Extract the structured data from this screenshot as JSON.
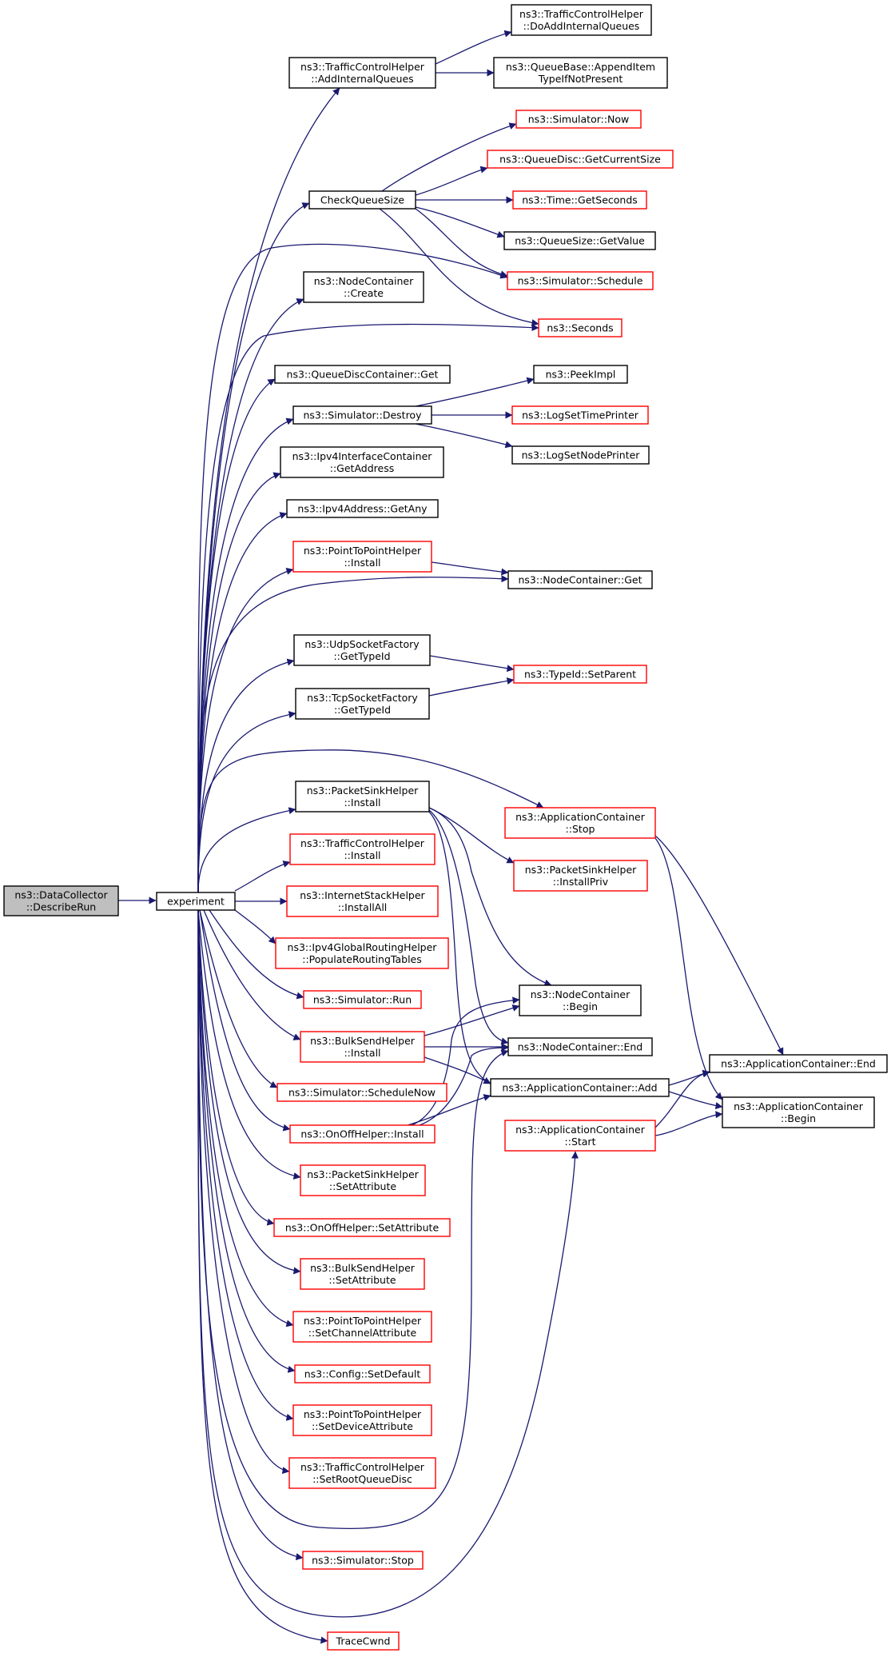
{
  "nodes": [
    {
      "id": "describe",
      "label": [
        "ns3::DataCollector",
        "::DescribeRun"
      ],
      "style": "gray"
    },
    {
      "id": "experiment",
      "label": [
        "experiment"
      ],
      "style": "black"
    },
    {
      "id": "addInternalQueues",
      "label": [
        "ns3::TrafficControlHelper",
        "::AddInternalQueues"
      ],
      "style": "black"
    },
    {
      "id": "doAddInternalQueues",
      "label": [
        "ns3::TrafficControlHelper",
        "::DoAddInternalQueues"
      ],
      "style": "black"
    },
    {
      "id": "appendItem",
      "label": [
        "ns3::QueueBase::AppendItem",
        "TypeIfNotPresent"
      ],
      "style": "black"
    },
    {
      "id": "simNow",
      "label": [
        "ns3::Simulator::Now"
      ],
      "style": "red"
    },
    {
      "id": "getCurrentSize",
      "label": [
        "ns3::QueueDisc::GetCurrentSize"
      ],
      "style": "red"
    },
    {
      "id": "checkQueueSize",
      "label": [
        "CheckQueueSize"
      ],
      "style": "black"
    },
    {
      "id": "getSeconds",
      "label": [
        "ns3::Time::GetSeconds"
      ],
      "style": "red"
    },
    {
      "id": "getValue",
      "label": [
        "ns3::QueueSize::GetValue"
      ],
      "style": "black"
    },
    {
      "id": "schedule",
      "label": [
        "ns3::Simulator::Schedule"
      ],
      "style": "red"
    },
    {
      "id": "ncCreate",
      "label": [
        "ns3::NodeContainer",
        "::Create"
      ],
      "style": "black"
    },
    {
      "id": "seconds",
      "label": [
        "ns3::Seconds"
      ],
      "style": "red"
    },
    {
      "id": "qdcGet",
      "label": [
        "ns3::QueueDiscContainer::Get"
      ],
      "style": "black"
    },
    {
      "id": "peekImpl",
      "label": [
        "ns3::PeekImpl"
      ],
      "style": "black"
    },
    {
      "id": "destroy",
      "label": [
        "ns3::Simulator::Destroy"
      ],
      "style": "black"
    },
    {
      "id": "logTime",
      "label": [
        "ns3::LogSetTimePrinter"
      ],
      "style": "red"
    },
    {
      "id": "logNode",
      "label": [
        "ns3::LogSetNodePrinter"
      ],
      "style": "black"
    },
    {
      "id": "getAddress",
      "label": [
        "ns3::Ipv4InterfaceContainer",
        "::GetAddress"
      ],
      "style": "black"
    },
    {
      "id": "getAny",
      "label": [
        "ns3::Ipv4Address::GetAny"
      ],
      "style": "black"
    },
    {
      "id": "p2pInstall",
      "label": [
        "ns3::PointToPointHelper",
        "::Install"
      ],
      "style": "red"
    },
    {
      "id": "ncGet",
      "label": [
        "ns3::NodeContainer::Get"
      ],
      "style": "black"
    },
    {
      "id": "udpTypeId",
      "label": [
        "ns3::UdpSocketFactory",
        "::GetTypeId"
      ],
      "style": "black"
    },
    {
      "id": "setParent",
      "label": [
        "ns3::TypeId::SetParent"
      ],
      "style": "red"
    },
    {
      "id": "tcpTypeId",
      "label": [
        "ns3::TcpSocketFactory",
        "::GetTypeId"
      ],
      "style": "black"
    },
    {
      "id": "psInstall",
      "label": [
        "ns3::PacketSinkHelper",
        "::Install"
      ],
      "style": "black"
    },
    {
      "id": "acStop",
      "label": [
        "ns3::ApplicationContainer",
        "::Stop"
      ],
      "style": "red"
    },
    {
      "id": "tchInstall",
      "label": [
        "ns3::TrafficControlHelper",
        "::Install"
      ],
      "style": "red"
    },
    {
      "id": "psInstallPriv",
      "label": [
        "ns3::PacketSinkHelper",
        "::InstallPriv"
      ],
      "style": "red"
    },
    {
      "id": "ishInstallAll",
      "label": [
        "ns3::InternetStackHelper",
        "::InstallAll"
      ],
      "style": "red"
    },
    {
      "id": "populate",
      "label": [
        "ns3::Ipv4GlobalRoutingHelper",
        "::PopulateRoutingTables"
      ],
      "style": "red"
    },
    {
      "id": "ncBegin",
      "label": [
        "ns3::NodeContainer",
        "::Begin"
      ],
      "style": "black"
    },
    {
      "id": "simRun",
      "label": [
        "ns3::Simulator::Run"
      ],
      "style": "red"
    },
    {
      "id": "bulkInstall",
      "label": [
        "ns3::BulkSendHelper",
        "::Install"
      ],
      "style": "red"
    },
    {
      "id": "ncEnd",
      "label": [
        "ns3::NodeContainer::End"
      ],
      "style": "black"
    },
    {
      "id": "acEnd",
      "label": [
        "ns3::ApplicationContainer::End"
      ],
      "style": "black"
    },
    {
      "id": "scheduleNow",
      "label": [
        "ns3::Simulator::ScheduleNow"
      ],
      "style": "red"
    },
    {
      "id": "acAdd",
      "label": [
        "ns3::ApplicationContainer::Add"
      ],
      "style": "black"
    },
    {
      "id": "acBegin",
      "label": [
        "ns3::ApplicationContainer",
        "::Begin"
      ],
      "style": "black"
    },
    {
      "id": "onoffInstall",
      "label": [
        "ns3::OnOffHelper::Install"
      ],
      "style": "red"
    },
    {
      "id": "acStart",
      "label": [
        "ns3::ApplicationContainer",
        "::Start"
      ],
      "style": "red"
    },
    {
      "id": "psSetAttr",
      "label": [
        "ns3::PacketSinkHelper",
        "::SetAttribute"
      ],
      "style": "red"
    },
    {
      "id": "onoffSetAttr",
      "label": [
        "ns3::OnOffHelper::SetAttribute"
      ],
      "style": "red"
    },
    {
      "id": "bulkSetAttr",
      "label": [
        "ns3::BulkSendHelper",
        "::SetAttribute"
      ],
      "style": "red"
    },
    {
      "id": "p2pChannelAttr",
      "label": [
        "ns3::PointToPointHelper",
        "::SetChannelAttribute"
      ],
      "style": "red"
    },
    {
      "id": "configDefault",
      "label": [
        "ns3::Config::SetDefault"
      ],
      "style": "red"
    },
    {
      "id": "p2pDeviceAttr",
      "label": [
        "ns3::PointToPointHelper",
        "::SetDeviceAttribute"
      ],
      "style": "red"
    },
    {
      "id": "rootQueueDisc",
      "label": [
        "ns3::TrafficControlHelper",
        "::SetRootQueueDisc"
      ],
      "style": "red"
    },
    {
      "id": "simStop",
      "label": [
        "ns3::Simulator::Stop"
      ],
      "style": "red"
    },
    {
      "id": "traceCwnd",
      "label": [
        "TraceCwnd"
      ],
      "style": "red"
    }
  ],
  "edges": [
    [
      "describe",
      "experiment"
    ],
    [
      "experiment",
      "addInternalQueues"
    ],
    [
      "addInternalQueues",
      "doAddInternalQueues"
    ],
    [
      "addInternalQueues",
      "appendItem"
    ],
    [
      "experiment",
      "checkQueueSize"
    ],
    [
      "checkQueueSize",
      "simNow"
    ],
    [
      "checkQueueSize",
      "getCurrentSize"
    ],
    [
      "checkQueueSize",
      "getSeconds"
    ],
    [
      "checkQueueSize",
      "getValue"
    ],
    [
      "checkQueueSize",
      "schedule"
    ],
    [
      "checkQueueSize",
      "seconds"
    ],
    [
      "experiment",
      "schedule"
    ],
    [
      "experiment",
      "ncCreate"
    ],
    [
      "experiment",
      "seconds"
    ],
    [
      "experiment",
      "qdcGet"
    ],
    [
      "experiment",
      "destroy"
    ],
    [
      "destroy",
      "peekImpl"
    ],
    [
      "destroy",
      "logTime"
    ],
    [
      "destroy",
      "logNode"
    ],
    [
      "experiment",
      "getAddress"
    ],
    [
      "experiment",
      "getAny"
    ],
    [
      "experiment",
      "p2pInstall"
    ],
    [
      "p2pInstall",
      "ncGet"
    ],
    [
      "experiment",
      "ncGet"
    ],
    [
      "experiment",
      "udpTypeId"
    ],
    [
      "udpTypeId",
      "setParent"
    ],
    [
      "experiment",
      "tcpTypeId"
    ],
    [
      "tcpTypeId",
      "setParent"
    ],
    [
      "experiment",
      "acStop"
    ],
    [
      "experiment",
      "psInstall"
    ],
    [
      "psInstall",
      "psInstallPriv"
    ],
    [
      "psInstall",
      "ncBegin"
    ],
    [
      "psInstall",
      "ncEnd"
    ],
    [
      "psInstall",
      "acAdd"
    ],
    [
      "acStop",
      "acEnd"
    ],
    [
      "acStop",
      "acBegin"
    ],
    [
      "experiment",
      "tchInstall"
    ],
    [
      "experiment",
      "ishInstallAll"
    ],
    [
      "experiment",
      "populate"
    ],
    [
      "experiment",
      "simRun"
    ],
    [
      "experiment",
      "bulkInstall"
    ],
    [
      "bulkInstall",
      "ncBegin"
    ],
    [
      "bulkInstall",
      "ncEnd"
    ],
    [
      "bulkInstall",
      "acAdd"
    ],
    [
      "acAdd",
      "acEnd"
    ],
    [
      "acAdd",
      "acBegin"
    ],
    [
      "experiment",
      "scheduleNow"
    ],
    [
      "experiment",
      "onoffInstall"
    ],
    [
      "onoffInstall",
      "ncBegin"
    ],
    [
      "onoffInstall",
      "ncEnd"
    ],
    [
      "onoffInstall",
      "acAdd"
    ],
    [
      "acStart",
      "acEnd"
    ],
    [
      "acStart",
      "acBegin"
    ],
    [
      "experiment",
      "psSetAttr"
    ],
    [
      "experiment",
      "onoffSetAttr"
    ],
    [
      "experiment",
      "bulkSetAttr"
    ],
    [
      "experiment",
      "p2pChannelAttr"
    ],
    [
      "experiment",
      "configDefault"
    ],
    [
      "experiment",
      "p2pDeviceAttr"
    ],
    [
      "experiment",
      "rootQueueDisc"
    ],
    [
      "experiment",
      "ncEnd"
    ],
    [
      "experiment",
      "simStop"
    ],
    [
      "experiment",
      "acStart"
    ],
    [
      "experiment",
      "traceCwnd"
    ]
  ]
}
